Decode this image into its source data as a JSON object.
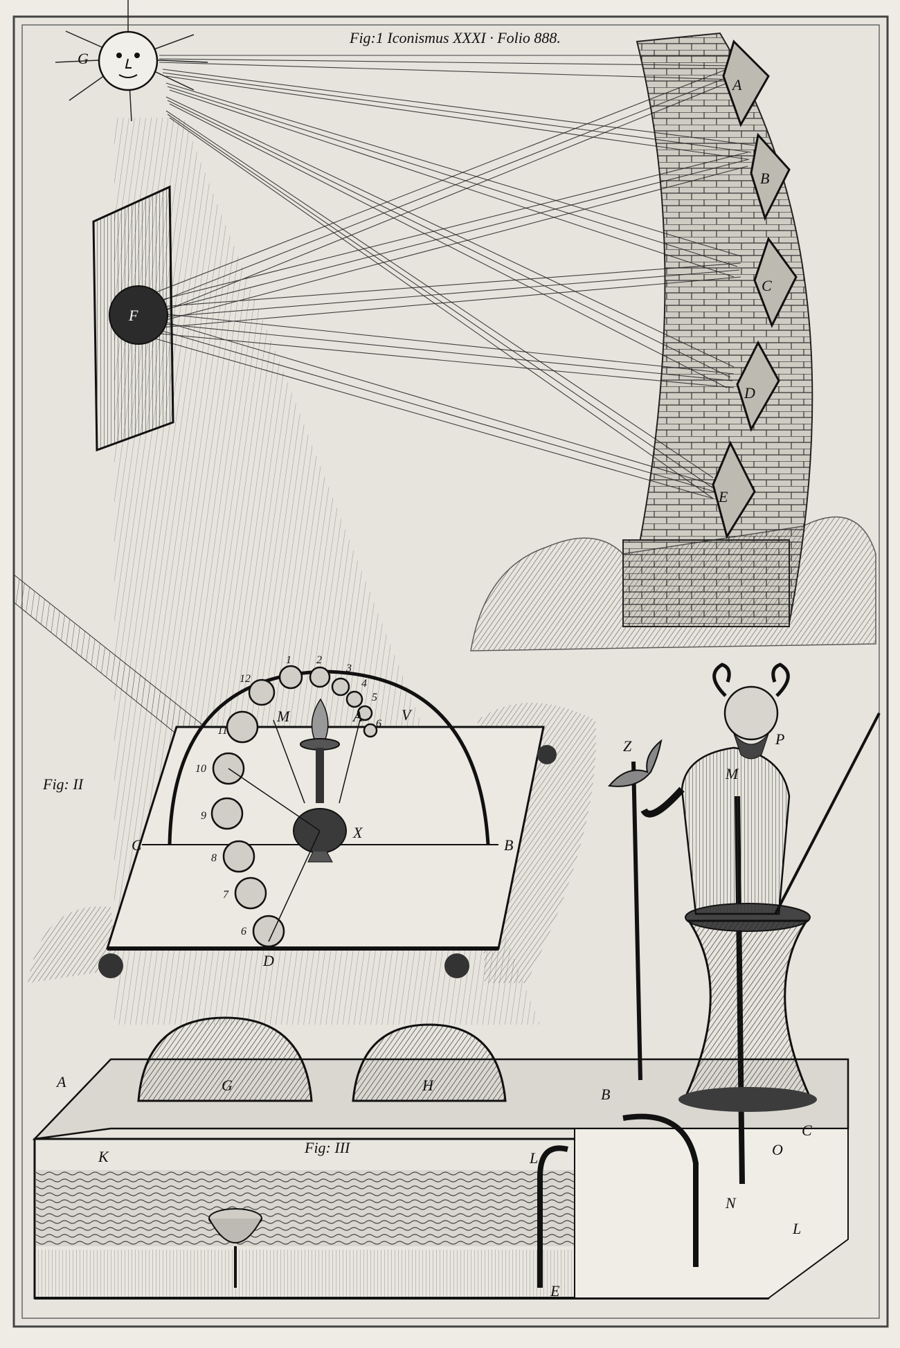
{
  "plate": {
    "header": "Fig:1 Iconismus XXXI · Folio 888.",
    "colors": {
      "paper": "#eeece5",
      "ink": "#1a1a1a",
      "plate_tone": "#dcdad2"
    }
  },
  "fig1": {
    "caption": "",
    "labels": {
      "sun": "G",
      "focus": "F",
      "mirrors": [
        "A",
        "B",
        "C",
        "D",
        "E"
      ]
    }
  },
  "fig2": {
    "caption": "Fig: II",
    "labels": {
      "M": "M",
      "A": "A",
      "V": "V",
      "X": "X",
      "C": "C",
      "B": "B",
      "D": "D"
    },
    "sphere_numbers": [
      "1",
      "2",
      "3",
      "4",
      "5",
      "6",
      "6",
      "7",
      "8",
      "9",
      "10",
      "11",
      "12"
    ]
  },
  "fig3": {
    "caption": "Fig: III",
    "labels": {
      "A": "A",
      "B": "B",
      "G": "G",
      "H": "H",
      "K": "K",
      "L": "L",
      "L2": "L",
      "E": "E",
      "N": "N",
      "O": "O",
      "C": "C",
      "Z": "Z",
      "M": "M",
      "P": "P"
    }
  },
  "icons": [
    "sun-face-icon",
    "mirror-icon",
    "lamp-icon",
    "bird-icon",
    "satyr-statue-icon",
    "funnel-icon"
  ]
}
